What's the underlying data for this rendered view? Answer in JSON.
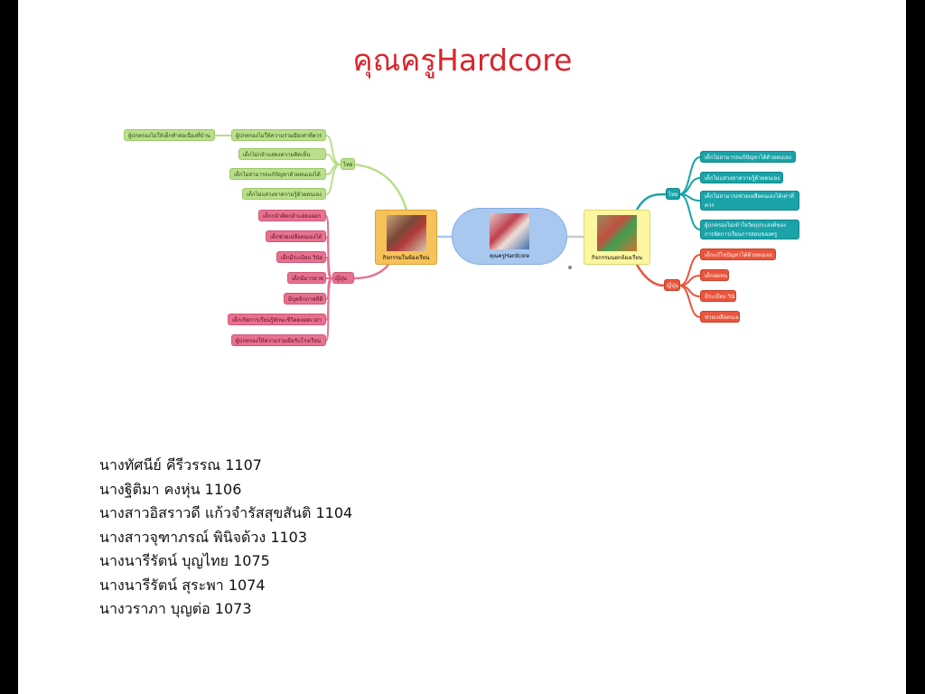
{
  "title": "คุณครูHardcore",
  "center": {
    "label": "คุณครูHardcore"
  },
  "left": {
    "label": "กิจกรรมในห้องเรียน",
    "thai": {
      "label": "ไทย",
      "items": [
        "ผู้ปกครองไม่ให้ความร่วมมือเท่าที่ควร",
        "เด็กไม่กล้าแสดงความคิดเห็น",
        "เด็กไม่สามารถแก้ปัญหาด้วยตนเองได้",
        "เด็กไม่แสวงหาความรู้ด้วยตนเอง"
      ],
      "sub": "ผู้ปกครองไม่ให้เด็กทำต่อเนื่องที่บ้าน"
    },
    "japan": {
      "label": "ญี่ปุ่น",
      "items": [
        "เด็กกล้าคิดกล้าแสดงออก",
        "เด็กช่วยเหลือตนเองได้",
        "เด็กมีระเบียบ วินัย",
        "เด็กมีมารยาท",
        "มีบุคลิกภาพที่ดี",
        "เด็กเกิดการเรียนรู้ทักษะชีวิตตลอดเวลา",
        "ผู้ปกครองให้ความร่วมมือกับโรงเรียน"
      ]
    }
  },
  "right": {
    "label": "กิจกรรมนอกห้องเรียน",
    "thai": {
      "label": "ไทย",
      "items": [
        "เด็กไม่สามารถแก้ปัญหาได้ด้วยตนเอง",
        "เด็กไม่แสวงหาความรู้ด้วยตนเอง",
        "เด็กไม่สามารถช่วยเหลือตนเองได้เท่าที่ควร",
        "ผู้ปกครองไม่เข้าใจวัตถุประสงค์ของการจัดการเรียนการสอนของครู"
      ]
    },
    "japan": {
      "label": "ญี่ปุ่น",
      "items": [
        "เด็กแก้ไขปัญหาได้ด้วยตนเอง",
        "เด็กอดทน",
        "มีระเบียบ วินัย",
        "ช่วยเหลือตนเอง"
      ]
    }
  },
  "names": [
    "นางทัศนีย์ คีรีวรรณ 1107",
    "นางฐิติมา คงหุ่น 1106",
    "นางสาวอิสราวดี แก้วจำรัสสุขสันติ  1104",
    "นางสาวจุฑาภรณ์  พินิจด้วง  1103",
    "นางนารีรัตน์  บุญไทย 1075",
    "นางนารีรัตน์ สุระพา  1074",
    "นางวราภา  บุญต่อ  1073"
  ]
}
